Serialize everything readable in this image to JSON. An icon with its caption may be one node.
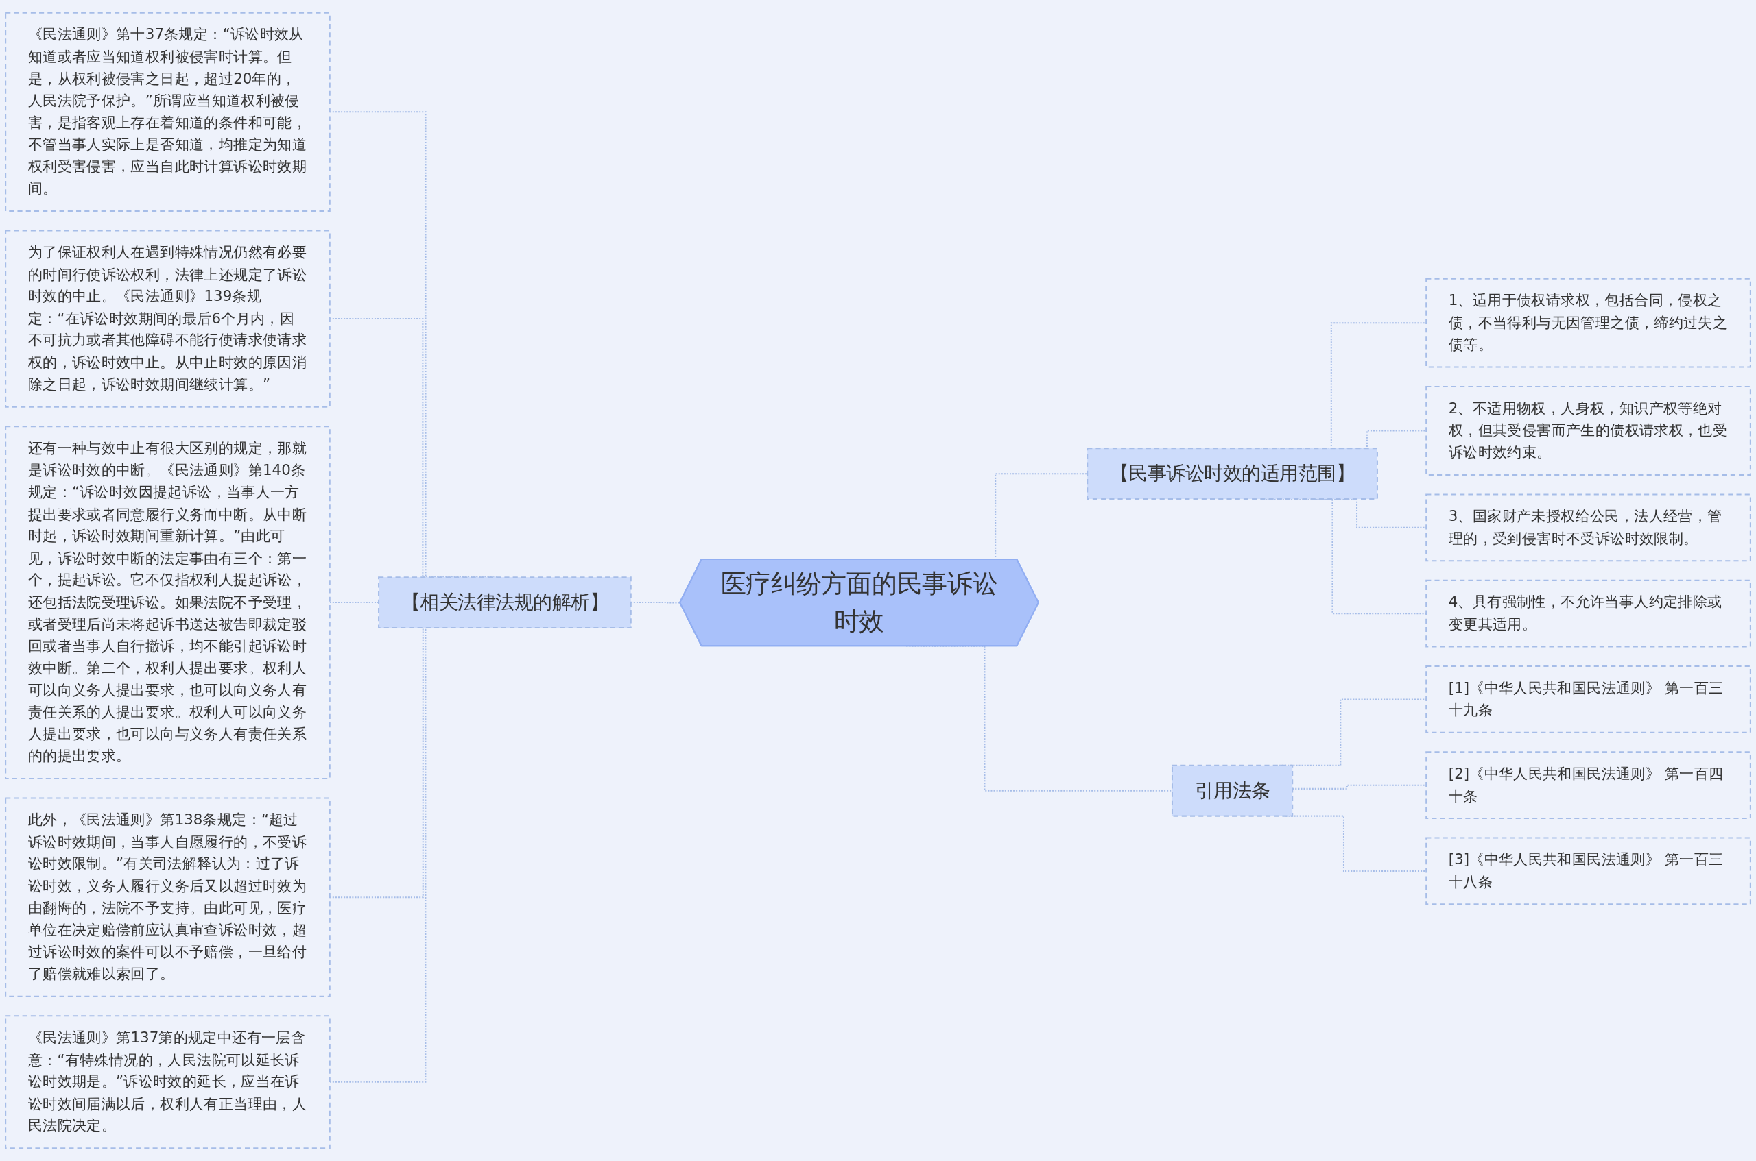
{
  "diagram": {
    "nodes": [
      {
        "text": [
          "医疗纠纷方面的民事诉讼时效"
        ]
      },
      {
        "text": [
          "【相关法律法规的解析】"
        ]
      },
      {
        "text": [
          "《民法通则》第十37条规定：“诉讼时效从知道或者应当知道权利被侵害时计算。但是，从权利被侵害之日起，超过20年的，人民法院予保护。”所谓应当知道权利被侵害，是指客观上存在着知道的条件和可能，不管当事人实际上是否知道，均推定为知道权利受害侵害，应当自此时计算诉讼时效期间。"
        ]
      },
      {
        "text": [
          "为了保证权利人在遇到特殊情况仍然有必要的时间行使诉讼权利，法律上还规定了诉讼时效的中止。《民法通则》139条规定：“在诉讼时效期间的最后6个月内，因不可抗力或者其他障碍不能行使请求使请求权的，诉讼时效中止。从中止时效的原因消除之日起，诉讼时效期间继续计算。”"
        ]
      },
      {
        "text": [
          "还有一种与效中止有很大区别的规定，那就是诉讼时效的中断。《民法通则》第140条规定：“诉讼时效因提起诉讼，当事人一方提出要求或者同意履行义务而中断。从中断时起，诉讼时效期间重新计算。”由此可见，诉讼时效中断的法定事由有三个：第一个，提起诉讼。它不仅指权利人提起诉讼，还包括法院受理诉讼。如果法院不予受理，或者受理后尚未将起诉书送达被告即裁定驳回或者当事人自行撤诉，均不能引起诉讼时效中断。第二个，权利人提出要求。权利人可以向义务人提出要求，也可以向义务人有责任关系的人提出要求。权利人可以向义务人提出要求，也可以向与义务人有责任关系的的提出要求。"
        ]
      },
      {
        "text": [
          "此外，《民法通则》第138条规定：“超过诉讼时效期间，当事人自愿履行的，不受诉讼时效限制。”有关司法解释认为：过了诉讼时效，义务人履行义务后又以超过时效为由翻悔的，法院不予支持。由此可见，医疗单位在决定赔偿前应认真审查诉讼时效，超过诉讼时效的案件可以不予赔偿，一旦给付了赔偿就难以索回了。"
        ]
      },
      {
        "text": [
          "《民法通则》第137第的规定中还有一层含意：“有特殊情况的，人民法院可以延长诉讼时效期是。”诉讼时效的延长，应当在诉讼时效间届满以后，权利人有正当理由，人民法院决定。"
        ]
      },
      {
        "text": [
          "【民事诉讼时效的适用范围】"
        ]
      },
      {
        "text": [
          "1、适用于债权请求权，包括合同，侵权之债，不当得利与无因管理之债，缔约过失之债等。"
        ]
      },
      {
        "text": [
          "2、不适用物权，人身权，知识产权等绝对权，但其受侵害而产生的债权请求权，也受诉讼时效约束。"
        ]
      },
      {
        "text": [
          "3、国家财产未授权给公民，法人经营，管理的，受到侵害时不受诉讼时效限制。"
        ]
      },
      {
        "text": [
          "4、具有强制性，不允许当事人约定排除或变更其适用。"
        ]
      },
      {
        "text": [
          "引用法条"
        ]
      },
      {
        "text": [
          "[1]《中华人民共和国民法通则》 第一百三十九条"
        ]
      },
      {
        "text": [
          "[2]《中华人民共和国民法通则》 第一百四十条"
        ]
      },
      {
        "text": [
          "[3]《中华人民共和国民法通则》 第一百三十八条"
        ]
      }
    ],
    "edges": [
      {
        "from": 2,
        "to": 1,
        "arrow": "none",
        "style": "dashed"
      },
      {
        "from": 3,
        "to": 1,
        "arrow": "none",
        "style": "dashed"
      },
      {
        "from": 4,
        "to": 1,
        "arrow": "none",
        "style": "dashed"
      },
      {
        "from": 5,
        "to": 1,
        "arrow": "none",
        "style": "dashed"
      },
      {
        "from": 6,
        "to": 1,
        "arrow": "none",
        "style": "dashed"
      },
      {
        "from": 1,
        "to": 0,
        "arrow": "none",
        "style": "dashed"
      },
      {
        "from": 0,
        "to": 7,
        "arrow": "none",
        "style": "dashed"
      },
      {
        "from": 7,
        "to": 8,
        "arrow": "none",
        "style": "dashed"
      },
      {
        "from": 7,
        "to": 9,
        "arrow": "none",
        "style": "dashed"
      },
      {
        "from": 7,
        "to": 10,
        "arrow": "none",
        "style": "dashed"
      },
      {
        "from": 7,
        "to": 11,
        "arrow": "none",
        "style": "dashed"
      },
      {
        "from": 0,
        "to": 12,
        "arrow": "none",
        "style": "dashed"
      },
      {
        "from": 12,
        "to": 13,
        "arrow": "none",
        "style": "dashed"
      },
      {
        "from": 12,
        "to": 14,
        "arrow": "none",
        "style": "dashed"
      },
      {
        "from": 12,
        "to": 15,
        "arrow": "none",
        "style": "dashed"
      }
    ]
  }
}
